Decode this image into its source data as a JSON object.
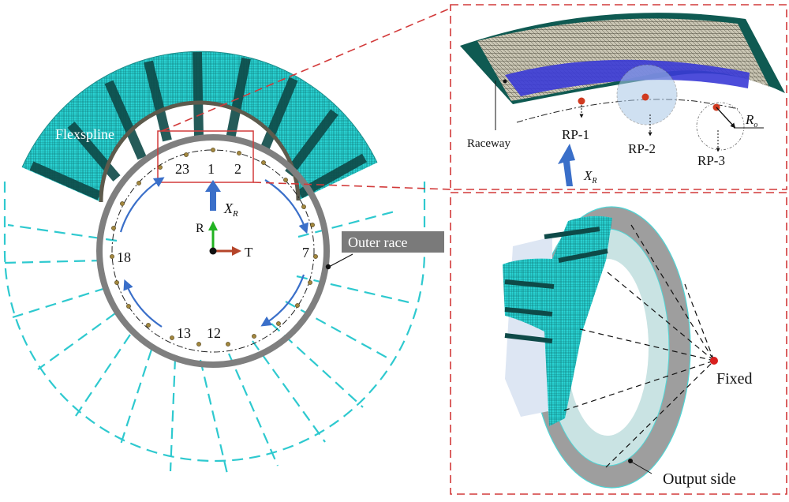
{
  "left_panel": {
    "flexspline_label": "Flexspline",
    "outer_race_label": "Outer race",
    "ball_numbers": [
      "23",
      "1",
      "2",
      "7",
      "18",
      "13",
      "12"
    ],
    "load_label": "X",
    "load_subscript": "R",
    "axis_r_label": "R",
    "axis_t_label": "T"
  },
  "top_right_panel": {
    "raceway_label": "Raceway",
    "rp1_label": "RP-1",
    "rp2_label": "RP-2",
    "rp3_label": "RP-3",
    "radius_label": "R",
    "radius_subscript": "o",
    "load_label": "X",
    "load_subscript": "R"
  },
  "bottom_right_panel": {
    "fixed_label": "Fixed",
    "output_side_label": "Output side"
  },
  "colors": {
    "mesh_cyan": "#2ad3d3",
    "mesh_dark": "#0e4a48",
    "outer_race_gray": "#7f7f7f",
    "load_arrow_blue": "#3a6fc9",
    "dash_red": "#d23a3a",
    "dash_cyan": "#2ec9cf",
    "axis_green": "#22b322",
    "axis_red": "#b5452a",
    "raceway_blue": "#3a3ad6",
    "rp_red": "#d03a20"
  }
}
